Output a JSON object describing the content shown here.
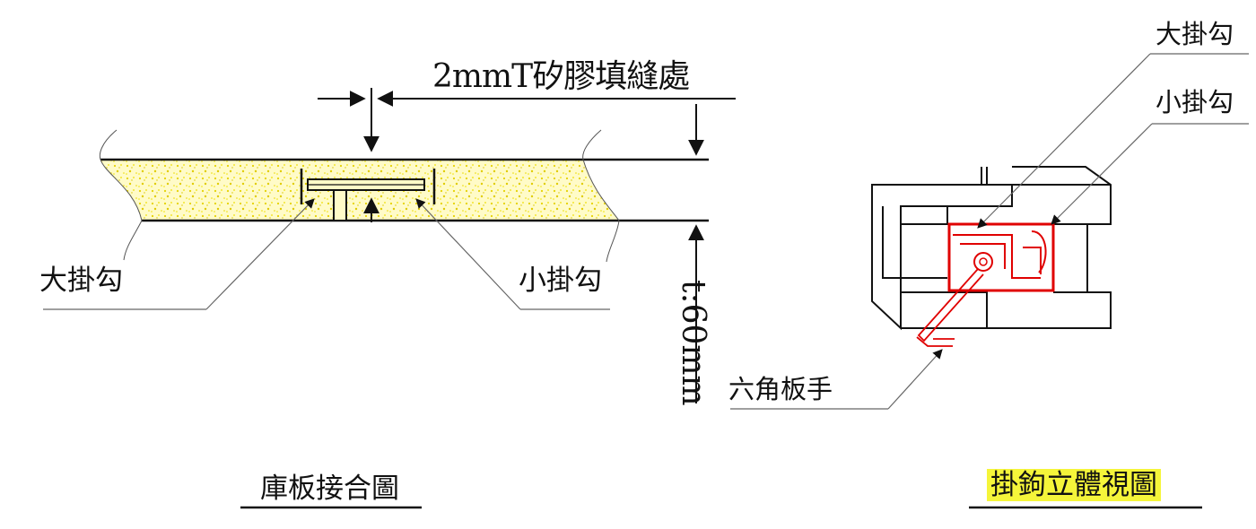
{
  "left_view": {
    "gap_label": "2mmT矽膠填縫處",
    "big_hook_label": "大掛勾",
    "small_hook_label": "小掛勾",
    "thickness_label": "t:60mm",
    "caption": "庫板接合圖"
  },
  "right_view": {
    "big_hook_label": "大掛勾",
    "small_hook_label": "小掛勾",
    "wrench_label": "六角板手",
    "caption": "掛鉤立體視圖",
    "caption_highlight": "#f5f53a",
    "hook_color": "#e00000"
  },
  "colors": {
    "panel_fill": "#fff9b0",
    "speckle": "#e8d800",
    "line": "#111111"
  }
}
